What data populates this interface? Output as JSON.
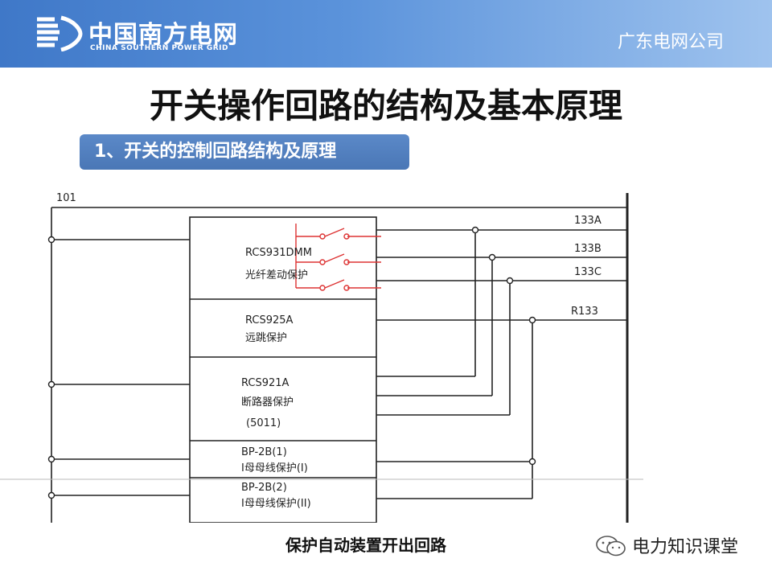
{
  "header": {
    "logo_cn": "中国南方电网",
    "logo_en": "CHINA SOUTHERN POWER GRID",
    "company": "广东电网公司"
  },
  "slide": {
    "title": "开关操作回路的结构及基本原理",
    "subtitle": "1、开关的控制回路结构及原理",
    "caption": "保护自动装置开出回路"
  },
  "diagram": {
    "top_label": "101",
    "buses": [
      "133A",
      "133B",
      "133C",
      "R133"
    ],
    "devices": [
      {
        "model": "RCS931DMM",
        "desc": "光纤差动保护"
      },
      {
        "model": "RCS925A",
        "desc": "远跳保护"
      },
      {
        "model": "RCS921A",
        "desc": "断路器保护",
        "extra": "(5011)"
      },
      {
        "model": "BP-2B(1)",
        "desc": "I母母线保护(I)"
      },
      {
        "model": "BP-2B(2)",
        "desc": "I母母线保护(II)"
      }
    ]
  },
  "watermark": {
    "text": "电力知识课堂",
    "icon": "wechat-icon"
  }
}
